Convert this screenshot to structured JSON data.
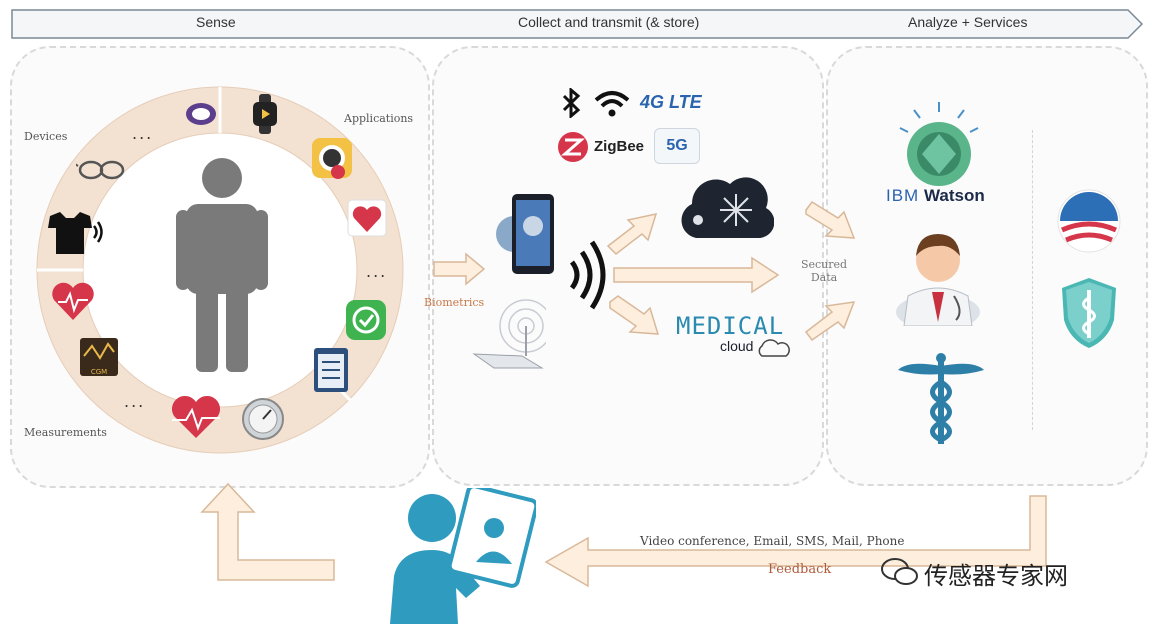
{
  "banner": {
    "sense": "Sense",
    "collect": "Collect and transmit (& store)",
    "analyze": "Analyze + Services"
  },
  "sense_panel": {
    "devices_label": "Devices",
    "applications_label": "Applications",
    "measurements_label": "Measurements",
    "dots": "..."
  },
  "collect_panel": {
    "biometrics_label": "Biometrics",
    "zigbee_label": "ZigBee",
    "lte_label": "4G LTE",
    "fiveg_label": "5G",
    "secured_data_label": "Secured Data",
    "medical_label": "MEDICAL",
    "cloud_label": "cloud",
    "cgm_label": "CGM"
  },
  "analyze_panel": {
    "ibm_label": "IBM",
    "watson_label": "Watson"
  },
  "feedback": {
    "channels_label": "Video conference, Email, SMS, Mail, Phone",
    "feedback_label": "Feedback"
  },
  "watermark": {
    "text": "传感器专家网"
  },
  "colors": {
    "arrow_fill": "#fdeedd",
    "arrow_stroke": "#d9b89a",
    "ring": "#f3e2d2",
    "person": "#7a7a7a",
    "heart": "#d6364a",
    "blue": "#2a63b0",
    "teal": "#2e9bbf"
  }
}
